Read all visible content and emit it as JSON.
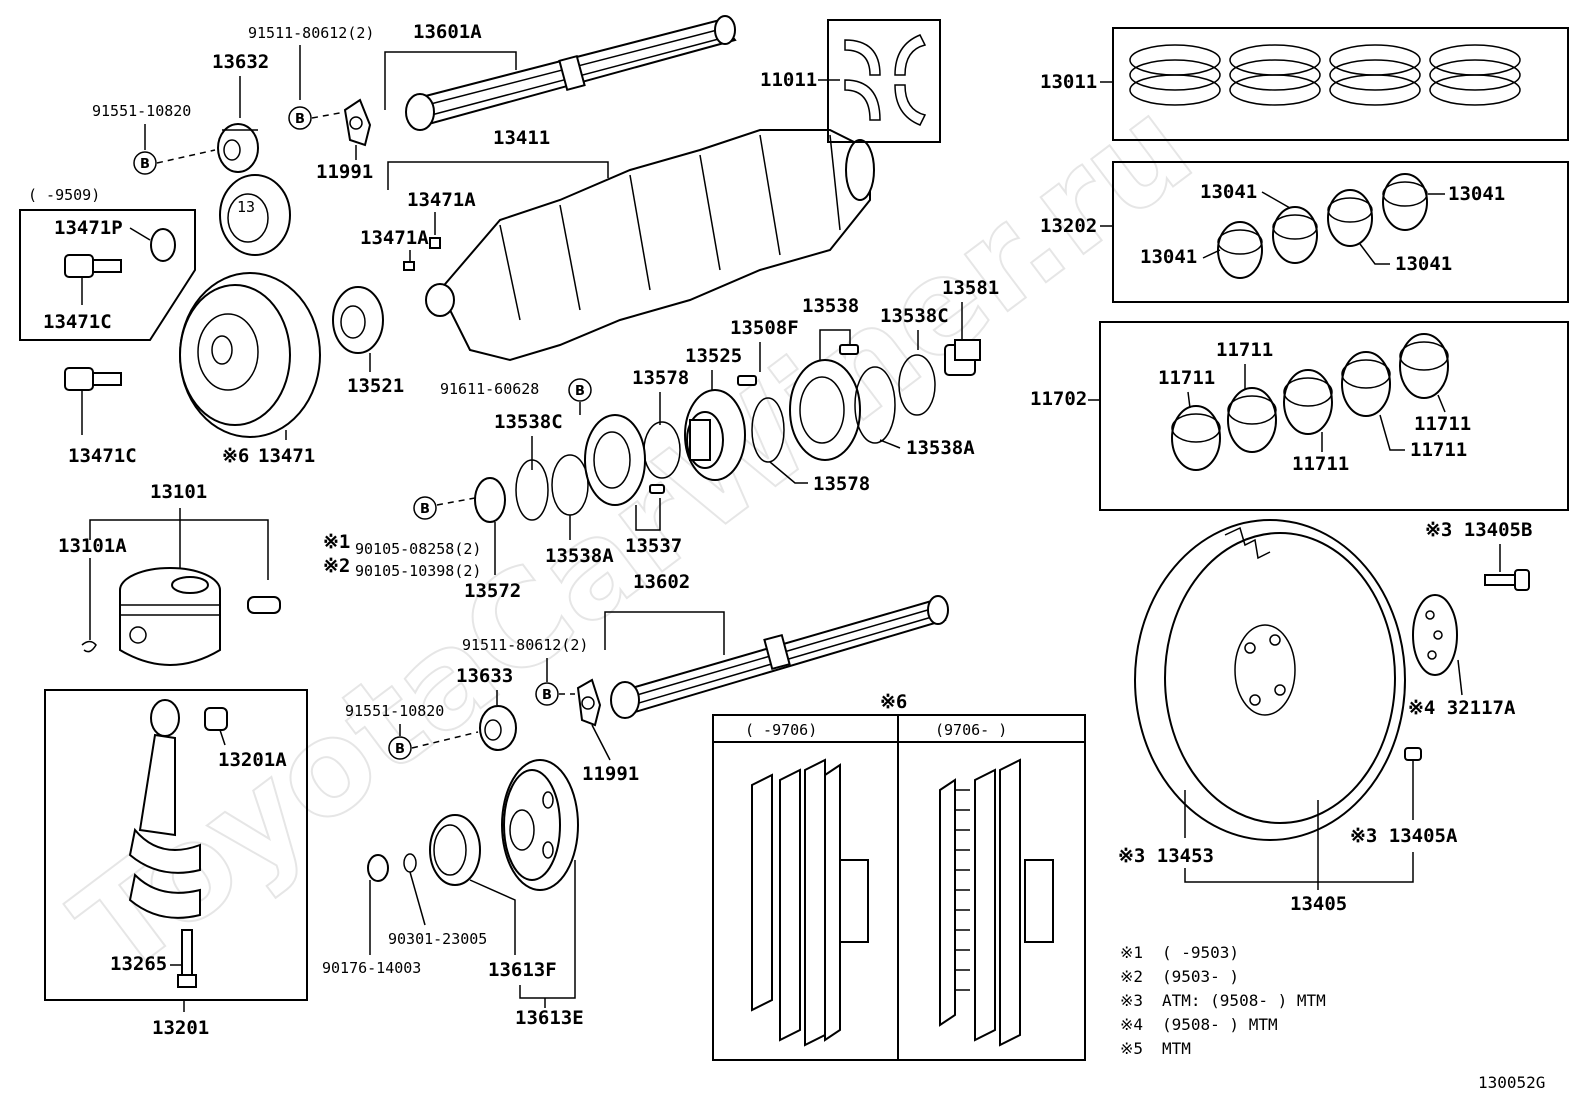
{
  "watermark": "ToyotaCarWiner.ru",
  "drawing_code": "130052G",
  "labels": {
    "l_91511a": "91511-80612(2)",
    "l_13601A": "13601A",
    "l_13632": "13632",
    "l_91551a": "91551-10820",
    "l_11991a": "11991",
    "l_13411": "13411",
    "l_11011": "11011",
    "l_9509": "(    -9509)",
    "l_13471P": "13471P",
    "l_13471C_a": "13471C",
    "l_13471C_b": "13471C",
    "l_13471A_a": "13471A",
    "l_13471A_b": "13471A",
    "l_13471": "13471",
    "l_x6a": "※6",
    "l_13521": "13521",
    "l_13538": "13538",
    "l_13581": "13581",
    "l_13508F": "13508F",
    "l_13525": "13525",
    "l_13538C_a": "13538C",
    "l_13538C_b": "13538C",
    "l_91611": "91611-60628",
    "l_13578_a": "13578",
    "l_13578_b": "13578",
    "l_13538A_a": "13538A",
    "l_13538A_b": "13538A",
    "l_13537": "13537",
    "l_13572": "13572",
    "l_x1": "※1",
    "l_x2": "※2",
    "l_90105a": "90105-08258(2)",
    "l_90105b": "90105-10398(2)",
    "l_13101": "13101",
    "l_13101A": "13101A",
    "l_13602": "13602",
    "l_91511b": "91511-80612(2)",
    "l_13633": "13633",
    "l_91551b": "91551-10820",
    "l_11991b": "11991",
    "l_13201A": "13201A",
    "l_13265": "13265",
    "l_13201": "13201",
    "l_90176": "90176-14003",
    "l_90301": "90301-23005",
    "l_13613F": "13613F",
    "l_13613E": "13613E",
    "l_x6b": "※6",
    "l_col1": "(     -9706)",
    "l_col2": "(9706-      )",
    "l_13011": "13011",
    "l_13202": "13202",
    "l_13041_a": "13041",
    "l_13041_b": "13041",
    "l_13041_c": "13041",
    "l_13041_d": "13041",
    "l_11702": "11702",
    "l_11711_a": "11711",
    "l_11711_b": "11711",
    "l_11711_c": "11711",
    "l_11711_d": "11711",
    "l_11711_e": "11711",
    "l_13405B": "※3 13405B",
    "l_32117A": "※4 32117A",
    "l_13453": "※3 13453",
    "l_13405A": "※3 13405A",
    "l_13405": "13405"
  },
  "badge_letter": "B",
  "notes": [
    {
      "mark": "※1",
      "text": "(      -9503)"
    },
    {
      "mark": "※2",
      "text": "(9503-      )"
    },
    {
      "mark": "※3",
      "text": "ATM: (9508-        ) MTM"
    },
    {
      "mark": "※4",
      "text": "(9508-        ) MTM"
    },
    {
      "mark": "※5",
      "text": "MTM"
    }
  ]
}
